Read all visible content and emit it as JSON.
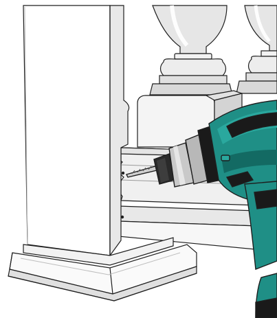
{
  "illustration": {
    "subject": "",
    "parts": [
      "newel-post",
      "post-base-trim",
      "baluster-left",
      "baluster-right",
      "baluster-base-block",
      "handrail-molding",
      "bottom-rail",
      "cordless-drill",
      "screw",
      "drill-battery"
    ],
    "colors": {
      "outline": "#1e1e1e",
      "white": "#ffffff",
      "light_gray": "#ececec",
      "mid_gray": "#d4d4d4",
      "shadow_gray": "#bdbdbd",
      "drill_teal": "#1f8f86",
      "drill_teal_dark": "#136a63",
      "drill_black": "#1a1a1a",
      "chuck_silver": "#c9c9c9"
    }
  }
}
